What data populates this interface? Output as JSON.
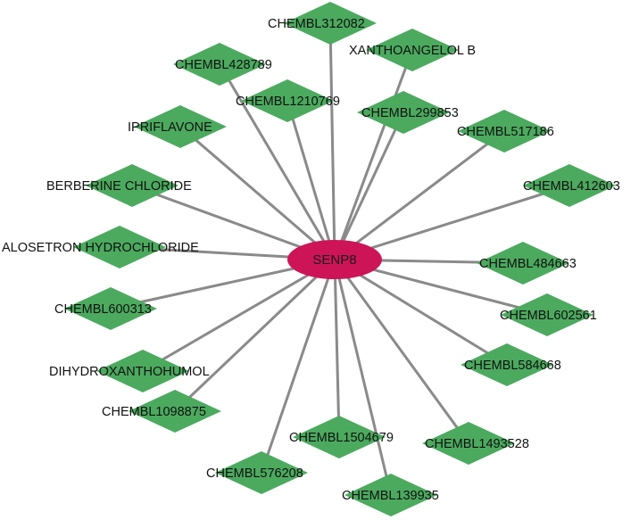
{
  "hub": {
    "label": "SENP8",
    "color": "#cc1456"
  },
  "node_color": "#4caa5f",
  "edge_color": "#8a8a8a",
  "nodes": [
    {
      "label": "CHEMBL312082"
    },
    {
      "label": "XANTHOANGELOL B"
    },
    {
      "label": "CHEMBL428789"
    },
    {
      "label": "CHEMBL1210769"
    },
    {
      "label": "CHEMBL299853"
    },
    {
      "label": "IPRIFLAVONE"
    },
    {
      "label": "CHEMBL517186"
    },
    {
      "label": "BERBERINE CHLORIDE"
    },
    {
      "label": "CHEMBL412603"
    },
    {
      "label": "ALOSETRON HYDROCHLORIDE"
    },
    {
      "label": "CHEMBL484663"
    },
    {
      "label": "CHEMBL600313"
    },
    {
      "label": "CHEMBL602561"
    },
    {
      "label": "DIHYDROXANTHOHUMOL"
    },
    {
      "label": "CHEMBL584668"
    },
    {
      "label": "CHEMBL1098875"
    },
    {
      "label": "CHEMBL1504679"
    },
    {
      "label": "CHEMBL1493528"
    },
    {
      "label": "CHEMBL576208"
    },
    {
      "label": "CHEMBL139935"
    }
  ]
}
